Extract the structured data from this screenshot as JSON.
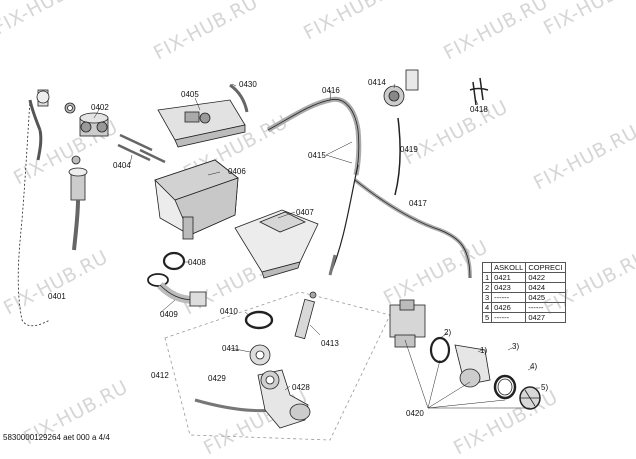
{
  "watermark": "FIX-HUB.RU",
  "labels": {
    "p0401": "0401",
    "p0402": "0402",
    "p0404": "0404",
    "p0405": "0405",
    "p0406": "0406",
    "p0407": "0407",
    "p0408": "0408",
    "p0409": "0409",
    "p0410": "0410",
    "p0411": "0411",
    "p0412": "0412",
    "p0413": "0413",
    "p0414": "0414",
    "p0415": "0415",
    "p0416": "0416",
    "p0417": "0417",
    "p0418": "0418",
    "p0419": "0419",
    "p0420": "0420",
    "p0428": "0428",
    "p0429": "0429",
    "p0430": "0430",
    "n1": "1)",
    "n2": "2)",
    "n3": "3)",
    "n4": "4)",
    "n5": "5)"
  },
  "table": {
    "headers": [
      "",
      "ASKOLL",
      "COPRECI"
    ],
    "rows": [
      [
        "1",
        "0421",
        "0422"
      ],
      [
        "2",
        "0423",
        "0424"
      ],
      [
        "3",
        "------",
        "0425"
      ],
      [
        "4",
        "0426",
        "------"
      ],
      [
        "5",
        "------",
        "0427"
      ]
    ]
  },
  "footer": "5830000129264 aet 000 a 4/4"
}
